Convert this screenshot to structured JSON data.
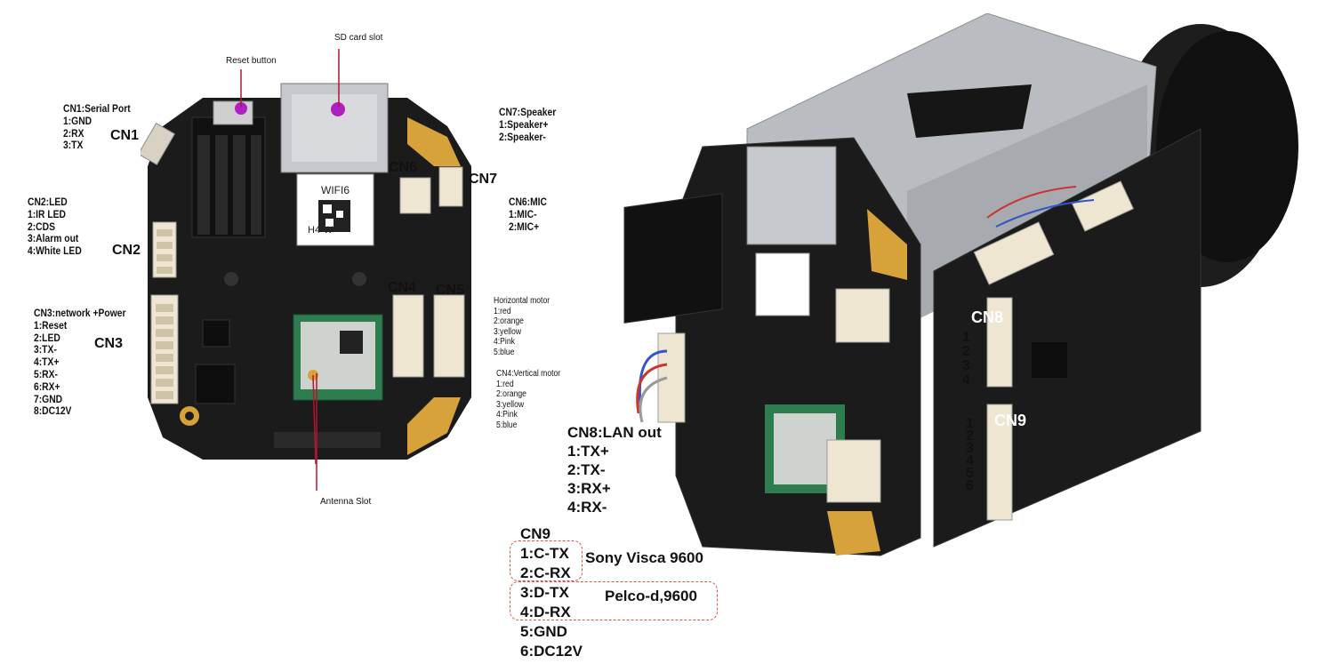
{
  "left_board": {
    "callouts": {
      "sd_card_slot": "SD card slot",
      "reset_button": "Reset button",
      "antenna_slot": "Antenna Slot"
    },
    "chip_label_1": "WIFI6",
    "chip_label_2": "H4-W",
    "connectors": {
      "cn1": "CN1",
      "cn2": "CN2",
      "cn3": "CN3",
      "cn4": "CN4",
      "cn5": "CN5",
      "cn6": "CN6",
      "cn7": "CN7"
    }
  },
  "pinouts": {
    "cn1": {
      "title": "CN1:Serial Port",
      "pins": [
        "1:GND",
        "2:RX",
        "3:TX"
      ]
    },
    "cn2": {
      "title": "CN2:LED",
      "pins": [
        "1:IR LED",
        "2:CDS",
        "3:Alarm out",
        "4:White LED"
      ]
    },
    "cn3": {
      "title": "CN3:network +Power",
      "pins": [
        "1:Reset",
        "2:LED",
        "3:TX-",
        "4:TX+",
        "5:RX-",
        "6:RX+",
        "7:GND",
        "8:DC12V"
      ]
    },
    "cn7": {
      "title": "CN7:Speaker",
      "pins": [
        "1:Speaker+",
        "2:Speaker-"
      ]
    },
    "cn6": {
      "title": "CN6:MIC",
      "pins": [
        "1:MIC-",
        "2:MIC+"
      ]
    },
    "cn5": {
      "title": "Horizontal motor",
      "pins": [
        "1:red",
        "2:orange",
        "3:yellow",
        "4:Pink",
        "5:blue"
      ]
    },
    "cn4": {
      "title": "CN4:Vertical motor",
      "pins": [
        "1:red",
        "2:orange",
        "3:yellow",
        "4:Pink",
        "5:blue"
      ]
    },
    "cn8": {
      "title": "CN8:LAN out",
      "pins": [
        "1:TX+",
        "2:TX-",
        "3:RX+",
        "4:RX-"
      ]
    },
    "cn9": {
      "title": "CN9",
      "pins": [
        "1:C-TX",
        "2:C-RX",
        "3:D-TX",
        "4:D-RX",
        "5:GND",
        "6:DC12V"
      ]
    }
  },
  "protocols": {
    "sony": "Sony Visca 9600",
    "pelco": "Pelco-d,9600"
  },
  "right_module": {
    "cn8": "CN8",
    "cn9": "CN9",
    "cn8_pins": [
      "1",
      "2",
      "3",
      "4"
    ],
    "cn9_pins": [
      "1",
      "2",
      "3",
      "4",
      "5",
      "6"
    ]
  },
  "colors": {
    "pcb": "#1b1b1b",
    "gold_pad": "#d8a23a",
    "connector": "#efe6d2",
    "callout_line": "#b0182f",
    "dash_box": "#d9534f",
    "marker": "#b01fc0",
    "metal": "#b9bcc0",
    "lens": "#1d1d1d"
  }
}
